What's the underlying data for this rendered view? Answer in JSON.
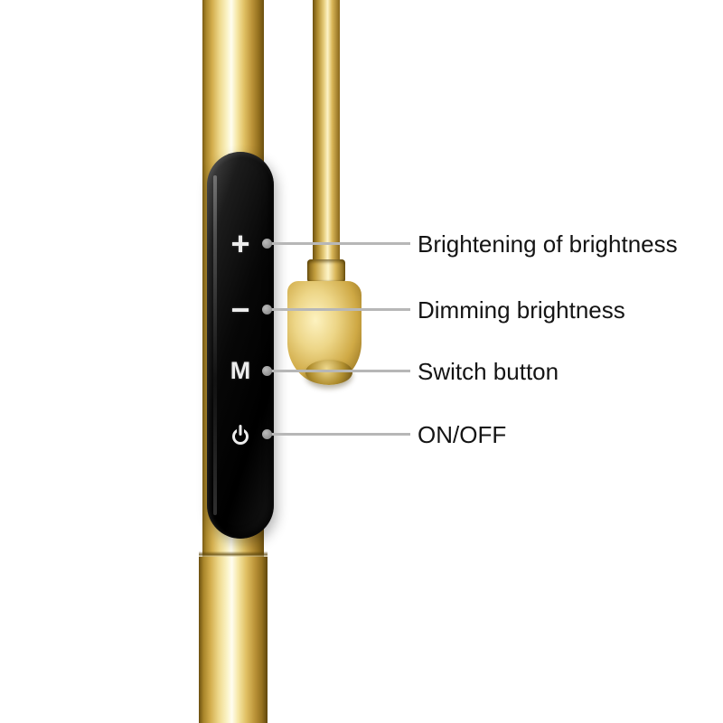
{
  "panel": {
    "buttons": [
      {
        "id": "brightness-up",
        "symbol": "+"
      },
      {
        "id": "brightness-down",
        "symbol": "−"
      },
      {
        "id": "mode",
        "symbol": "M"
      },
      {
        "id": "power",
        "symbol": "power-icon"
      }
    ]
  },
  "callouts": [
    {
      "label": "Brightening of brightness"
    },
    {
      "label": "Dimming brightness"
    },
    {
      "label": "Switch button"
    },
    {
      "label": "ON/OFF"
    }
  ],
  "colors": {
    "brass": "#d4af37",
    "panel": "#0a0a0a",
    "callout_line": "#b7b7b7",
    "text": "#141414",
    "background": "#ffffff"
  }
}
